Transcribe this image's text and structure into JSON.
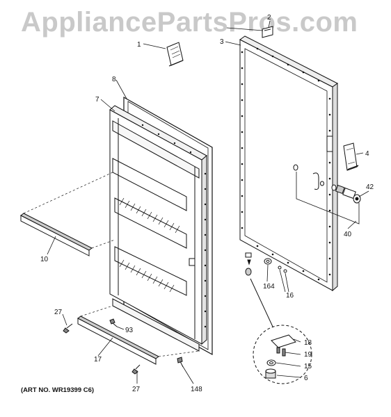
{
  "watermark": "AppliancePartsPros.com",
  "art_number": "(ART NO. WR19399 C6)",
  "callouts": {
    "c1": "1",
    "c2": "2",
    "c3": "3",
    "c4": "4",
    "c6": "6",
    "c7": "7",
    "c8": "8",
    "c10": "10",
    "c15": "15",
    "c16": "16",
    "c17": "17",
    "c18": "18",
    "c19": "19",
    "c27a": "27",
    "c27b": "27",
    "c40": "40",
    "c42": "42",
    "c93": "93",
    "c148": "148",
    "c164": "164"
  }
}
